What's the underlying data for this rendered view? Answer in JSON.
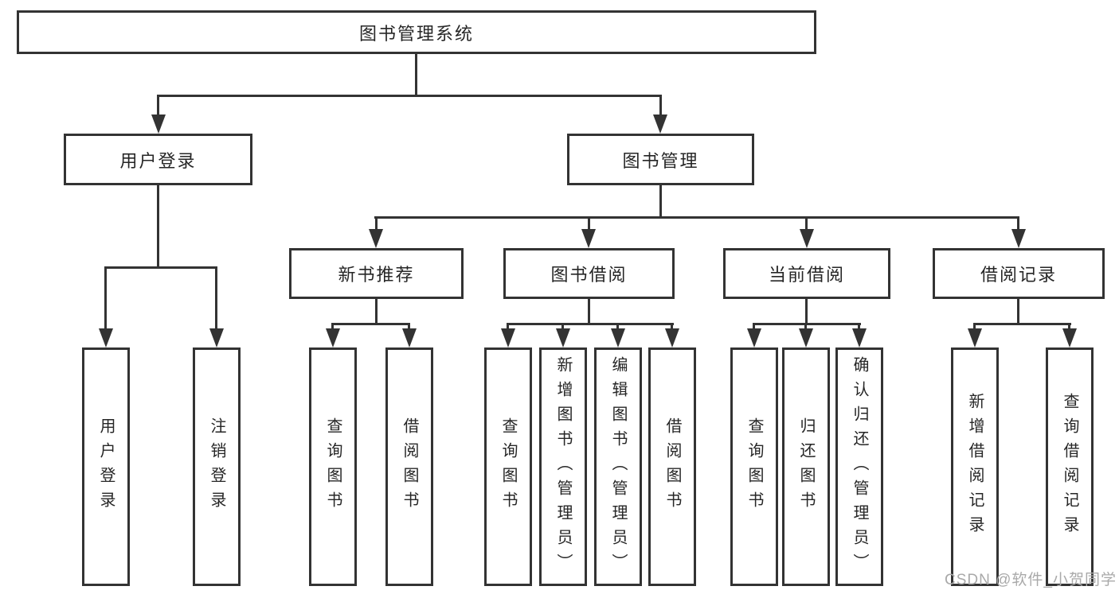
{
  "diagram_type": "hierarchy-tree",
  "root": {
    "label": "图书管理系统"
  },
  "login": {
    "label": "用户登录",
    "children": [
      {
        "label": "用户登录"
      },
      {
        "label": "注销登录"
      }
    ]
  },
  "management": {
    "label": "图书管理",
    "modules": [
      {
        "label": "新书推荐",
        "children": [
          {
            "label": "查询图书"
          },
          {
            "label": "借阅图书"
          }
        ]
      },
      {
        "label": "图书借阅",
        "children": [
          {
            "label": "查询图书"
          },
          {
            "label": "新增图书（管理员）"
          },
          {
            "label": "编辑图书（管理员）"
          },
          {
            "label": "借阅图书"
          }
        ]
      },
      {
        "label": "当前借阅",
        "children": [
          {
            "label": "查询图书"
          },
          {
            "label": "归还图书"
          },
          {
            "label": "确认归还（管理员）"
          }
        ]
      },
      {
        "label": "借阅记录",
        "children": [
          {
            "label": "新增借阅记录"
          },
          {
            "label": "查询借阅记录"
          }
        ]
      }
    ]
  },
  "watermark": "CSDN @软件_小贺同学",
  "colors": {
    "line": "#333333",
    "text": "#262626",
    "background": "#ffffff",
    "watermark": "#a9a9a9"
  }
}
